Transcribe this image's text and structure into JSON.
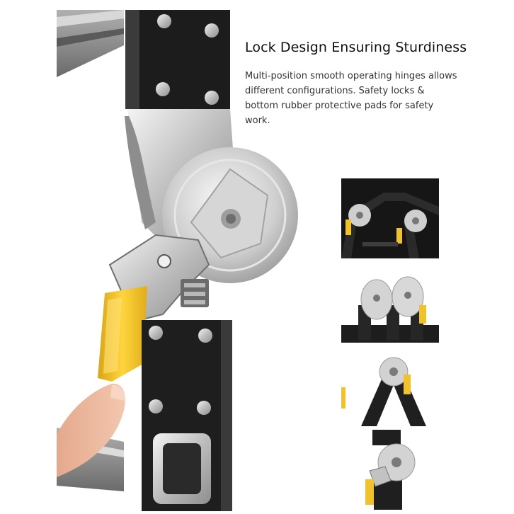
{
  "heading": "Lock Design Ensuring Sturdiness",
  "description": "Multi-position smooth operating hinges allows different configurations. Safety locks & bottom rubber protective pads for safety work.",
  "colors": {
    "background": "#ffffff",
    "ladder_black": "#1e1e1e",
    "aluminum": "#c9c9c9",
    "lock_yellow": "#f2c22a"
  },
  "images": [
    {
      "name": "ladder-hinge-closeup-photo"
    },
    {
      "name": "ladder-a-frame-thumbnail"
    },
    {
      "name": "hinge-pair-thumbnail"
    },
    {
      "name": "hinge-joint-angle-thumbnail"
    },
    {
      "name": "hinge-locked-thumbnail"
    }
  ]
}
